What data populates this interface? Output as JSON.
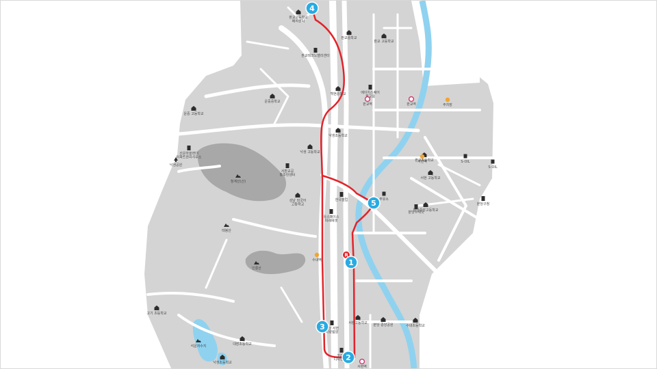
{
  "colors": {
    "land": "#d4d4d4",
    "road": "#ffffff",
    "park": "#a8a8a8",
    "water": "#8fd2ef",
    "route": "#e2232a",
    "marker": "#29abe2",
    "marker_text": "#ffffff"
  },
  "route_markers": [
    {
      "id": "1",
      "label": "1"
    },
    {
      "id": "2",
      "label": "2"
    },
    {
      "id": "3",
      "label": "3"
    },
    {
      "id": "4",
      "label": "4"
    },
    {
      "id": "5",
      "label": "5"
    }
  ],
  "bus_stop_badge": {
    "label": "R"
  },
  "poi_icons": [
    {
      "icon": "school-icon",
      "label": "판교고등학교\n배치센터"
    },
    {
      "icon": "school-icon",
      "label": "판교중학교"
    },
    {
      "icon": "school-icon",
      "label": "판교 고등학교"
    },
    {
      "icon": "building-icon",
      "label": "판교테크노밸리센터"
    },
    {
      "icon": "school-icon",
      "label": "백현중학교"
    },
    {
      "icon": "building-icon",
      "label": "에이치스퀘어\n판교점"
    },
    {
      "icon": "subway-icon",
      "label": "판교역"
    },
    {
      "icon": "subway-icon",
      "label": "판교역"
    },
    {
      "icon": "parking-icon",
      "label": "주차장"
    },
    {
      "icon": "school-icon",
      "label": "운중중학교"
    },
    {
      "icon": "school-icon",
      "label": "운중 고등학교"
    },
    {
      "icon": "school-icon",
      "label": "낙생초등학교"
    },
    {
      "icon": "building-icon",
      "label": "산운마을현대\n아파트관리사무소"
    },
    {
      "icon": "park-icon",
      "label": "낙생공원"
    },
    {
      "icon": "school-icon",
      "label": "낙생 고등학교"
    },
    {
      "icon": "building-icon",
      "label": "서판교공\n동주민센터"
    },
    {
      "icon": "mountain-icon",
      "label": "청계산(산)"
    },
    {
      "icon": "school-icon",
      "label": "성남 외국어\n고등학교"
    },
    {
      "icon": "school-icon",
      "label": "판교초등학교"
    },
    {
      "icon": "building-icon",
      "label": "한국갤럽"
    },
    {
      "icon": "gas-station-icon",
      "label": "S-OIL"
    },
    {
      "icon": "gas-station-icon",
      "label": "S-OIL"
    },
    {
      "icon": "parking-icon",
      "label": "서현역"
    },
    {
      "icon": "school-icon",
      "label": "서현 고등학교"
    },
    {
      "icon": "gas-station-icon",
      "label": "주유소"
    },
    {
      "icon": "school-icon",
      "label": "분당중앙고등학교"
    },
    {
      "icon": "building-icon",
      "label": "분당구청"
    },
    {
      "icon": "mountain-icon",
      "label": "태봉산"
    },
    {
      "icon": "building-icon",
      "label": "유스페이스\n미래에셋"
    },
    {
      "icon": "mountain-icon",
      "label": "인릉산"
    },
    {
      "icon": "parking-icon",
      "label": "수내역"
    },
    {
      "icon": "building-icon",
      "label": "분당 서현\n지방법원"
    },
    {
      "icon": "school-icon",
      "label": "서현고등학교"
    },
    {
      "icon": "school-icon",
      "label": "분당 중앙공원"
    },
    {
      "icon": "school-icon",
      "label": "수내초등학교"
    },
    {
      "icon": "school-icon",
      "label": "고기 초등학교"
    },
    {
      "icon": "mountain-icon",
      "label": "석운저수지"
    },
    {
      "icon": "school-icon",
      "label": "대장초등학교"
    },
    {
      "icon": "school-icon",
      "label": "낙생초등학교"
    },
    {
      "icon": "building-icon",
      "label": "코리아\n디자인센터"
    },
    {
      "icon": "subway-icon",
      "label": "서현역"
    },
    {
      "icon": "building-icon",
      "label": "분당우체국"
    }
  ]
}
